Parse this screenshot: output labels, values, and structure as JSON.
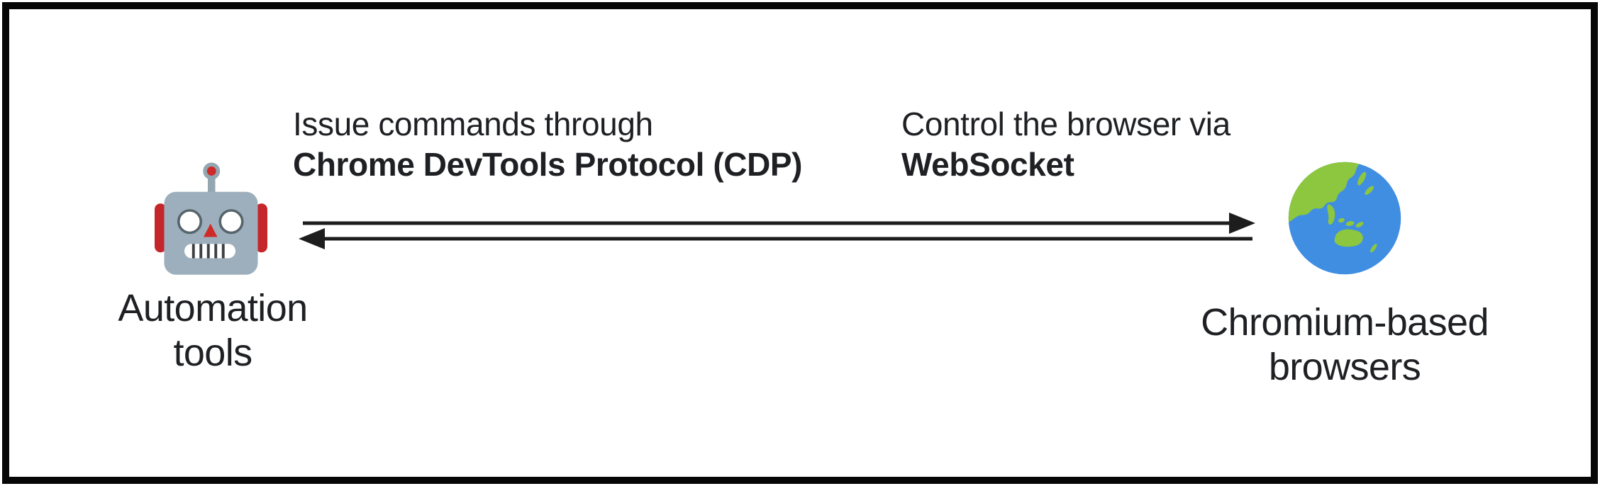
{
  "diagram": {
    "title_context": "CDP automation diagram",
    "left_node": {
      "icon": "robot-emoji",
      "label_line1": "Automation",
      "label_line2": "tools"
    },
    "right_node": {
      "icon": "globe-asia-australia-emoji",
      "label_line1": "Chromium-based",
      "label_line2": "browsers"
    },
    "link": {
      "forward_annotation": {
        "line1": "Issue commands through",
        "line2_bold": "Chrome DevTools Protocol (CDP)"
      },
      "backward_annotation": {
        "line1": "Control the browser via",
        "line2_bold": "WebSocket"
      },
      "arrow_direction": "bidirectional"
    },
    "colors": {
      "frame_border": "#060606",
      "text": "#1e2023",
      "arrow": "#1d1d1d",
      "robot_head": "#9dafbc",
      "robot_antenna": "#93a7b2",
      "robot_accent_red": "#ce2a28",
      "robot_ear_red": "#c4262b",
      "robot_eye_stroke": "#57646b",
      "robot_teeth_stripe": "#3c4043",
      "globe_ocean": "#3f8ee2",
      "globe_land": "#8dc63f"
    }
  }
}
